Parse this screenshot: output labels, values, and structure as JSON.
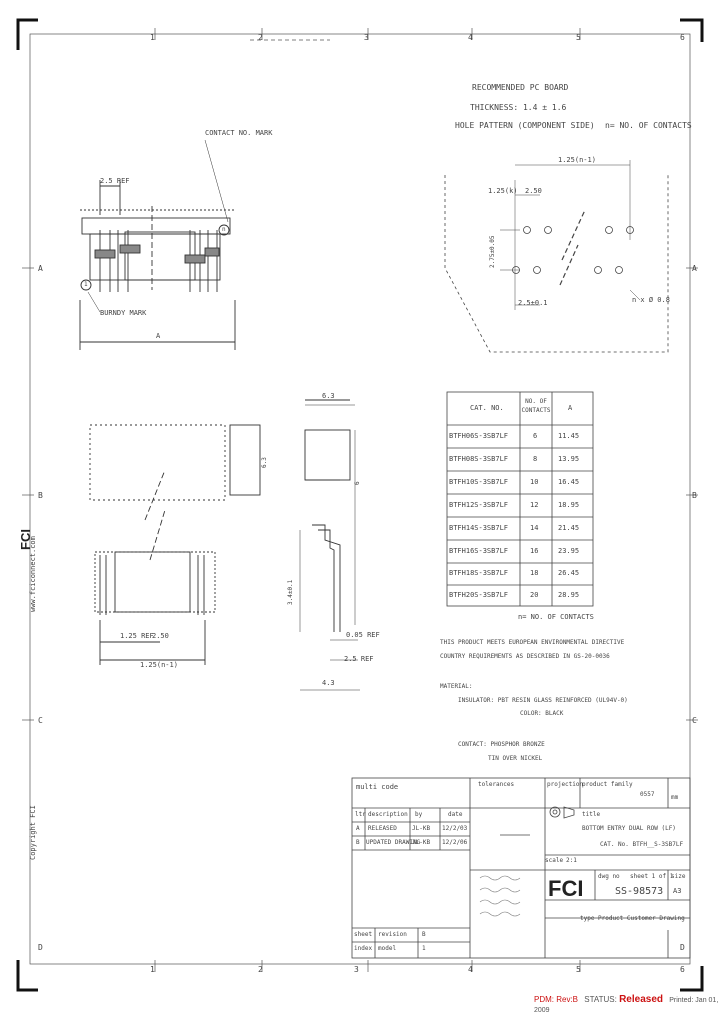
{
  "frame": {
    "top_numbers": [
      "1",
      "2",
      "3",
      "4",
      "5",
      "6"
    ],
    "bottom_numbers": [
      "1",
      "2",
      "3",
      "4",
      "5",
      "6"
    ],
    "left_letters": [
      "A",
      "B",
      "C",
      "D"
    ],
    "right_letters": [
      "A",
      "B",
      "C",
      "D"
    ]
  },
  "pcb": {
    "heading": "RECOMMENDED PC BOARD",
    "thickness": "THICKNESS: 1.4 ± 1.6",
    "pattern": "HOLE PATTERN (COMPONENT SIDE)",
    "n_note": "n= NO. OF CONTACTS",
    "dim_overall": "1.25(n-1)",
    "dim_pitch_a": "1.25(k)",
    "dim_pitch_b": "2.50",
    "dim_row": "2.75±0.05",
    "dim_bottom": "2.5±0.1",
    "dim_hole": "n x Ø 0.8"
  },
  "front_view": {
    "contact_mark": "CONTACT NO. MARK",
    "burndy_mark": "BURNDY MARK",
    "dim_top": "2.5 REF",
    "dim_overall": "A",
    "label_1": "1",
    "label_n": "n"
  },
  "side_view": {
    "dim_width": "6.3",
    "dim_height": "6",
    "dim_pin": "3.4±0.1",
    "dim_ref_a": "0.05 REF",
    "dim_ref_b": "2.5 REF",
    "dim_depth": "4.3"
  },
  "bottom_view": {
    "dim_a": "1.25 REF",
    "dim_b": "2.50",
    "dim_overall": "1.25(n-1)",
    "dim_c": "6.3"
  },
  "table": {
    "headers": [
      "CAT. NO.",
      "NO. OF CONTACTS",
      "A"
    ],
    "rows": [
      [
        "BTFH06S-3SB7LF",
        "6",
        "11.45"
      ],
      [
        "BTFH08S-3SB7LF",
        "8",
        "13.95"
      ],
      [
        "BTFH10S-3SB7LF",
        "10",
        "16.45"
      ],
      [
        "BTFH12S-3SB7LF",
        "12",
        "18.95"
      ],
      [
        "BTFH14S-3SB7LF",
        "14",
        "21.45"
      ],
      [
        "BTFH16S-3SB7LF",
        "16",
        "23.95"
      ],
      [
        "BTFH18S-3SB7LF",
        "18",
        "26.45"
      ],
      [
        "BTFH20S-3SB7LF",
        "20",
        "28.95"
      ]
    ],
    "footnote": "n= NO. OF CONTACTS"
  },
  "notes": {
    "rohs_line1": "THIS PRODUCT MEETS EUROPEAN ENVIRONMENTAL DIRECTIVE",
    "rohs_line2": "COUNTRY REQUIREMENTS AS DESCRIBED IN GS-20-0036",
    "material_heading": "MATERIAL:",
    "insulator": "INSULATOR: PBT RESIN GLASS REINFORCED (UL94V-0)",
    "color": "COLOR: BLACK",
    "contact": "CONTACT: PHOSPHOR BRONZE",
    "plating": "TIN OVER NICKEL"
  },
  "title_block": {
    "multi_code": "multi code",
    "tolerances": "tolerances",
    "projection": "projection",
    "product_family": "product family",
    "family_value": "0557",
    "scale_label": "scale",
    "scale_value": "2:1",
    "title_label": "title",
    "title_value": "BOTTOM ENTRY DUAL ROW (LF)",
    "title_value2": "CAT. No. BTFH__S-3SB7LF",
    "dwg_no_label": "dwg no",
    "dwg_no": "SS-98573",
    "sheet_label": "sheet 1 of 1",
    "size_label": "size",
    "size_value": "A3",
    "units": "mm",
    "rev_header": [
      "ltr",
      "description",
      "by",
      "date"
    ],
    "revisions": [
      [
        "A",
        "RELEASED",
        "JL-KB",
        "12/2/03"
      ],
      [
        "B",
        "UPDATED DRAWING",
        "JL-KB",
        "12/2/06"
      ]
    ],
    "type_label": "type",
    "type_value": "Product Customer Drawing",
    "sheet_row": [
      "sheet",
      "revision",
      "B"
    ],
    "index_row": [
      "index",
      "model",
      "1"
    ]
  },
  "left_margin": {
    "website": "www.fciconnect.com",
    "copyright": "Copyright FCI"
  },
  "status_bar": {
    "pdm_label": "PDM: Rev:B",
    "status_prefix": "STATUS:",
    "status_value": "Released",
    "printed": "Printed: Jan 01, 2009"
  },
  "colors": {
    "line": "#333333",
    "red_status": "#cc1111"
  }
}
